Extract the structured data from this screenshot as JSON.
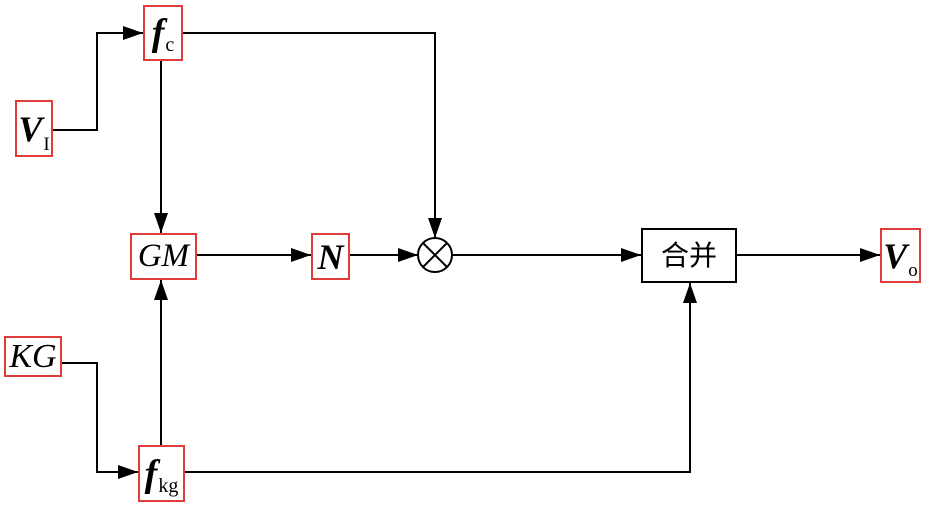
{
  "diagram": {
    "blocks": {
      "fc": {
        "symbol": "f",
        "subscript": "c"
      },
      "vi": {
        "symbol": "V",
        "subscript": "I"
      },
      "gm": {
        "label": "GM"
      },
      "n": {
        "label": "N"
      },
      "merge": {
        "label": "合并"
      },
      "vo": {
        "symbol": "V",
        "subscript": "o"
      },
      "kg": {
        "label": "KG"
      },
      "fkg": {
        "symbol": "f",
        "subscript": "kg"
      }
    },
    "multiplier": {
      "icon": "multiply-circle-icon"
    },
    "arrows": {
      "icon": "arrowhead-icon"
    }
  },
  "colors": {
    "block_border": "#e03c3c",
    "merge_border": "#000000",
    "line": "#000000",
    "background": "#ffffff"
  }
}
